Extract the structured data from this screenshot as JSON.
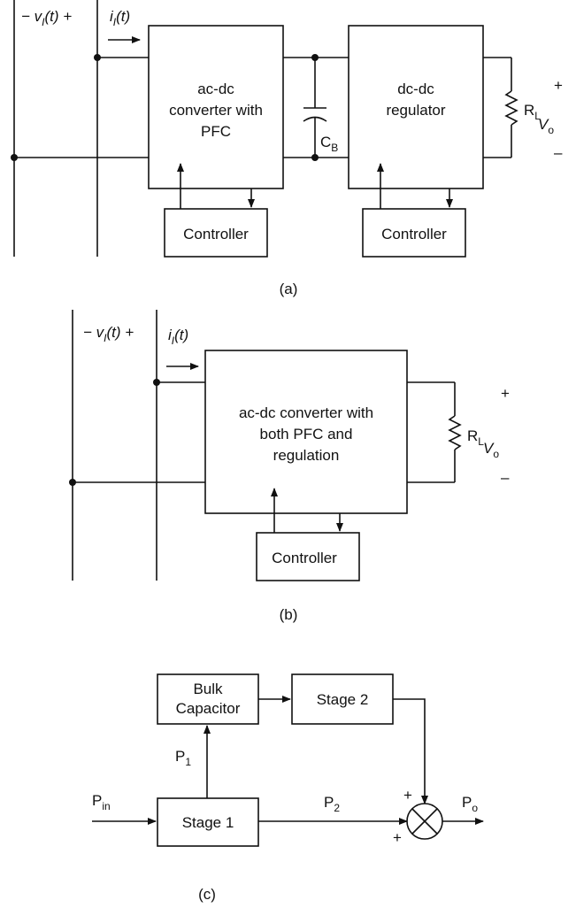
{
  "figure_a": {
    "source_voltage": "− v",
    "source_voltage_sub": "I",
    "source_voltage_suffix": "(t) +",
    "current": "i",
    "current_sub": "I",
    "current_suffix": "(t)",
    "converter_lines": [
      "ac-dc",
      "converter with",
      "PFC"
    ],
    "capacitor": "C",
    "capacitor_sub": "B",
    "regulator_lines": [
      "dc-dc",
      "regulator"
    ],
    "controller_left": "Controller",
    "controller_right": "Controller",
    "load": "R",
    "load_sub": "L",
    "output": "V",
    "output_sub": "o",
    "plus": "+",
    "minus": "–",
    "caption": "(a)"
  },
  "figure_b": {
    "source_voltage": "− v",
    "source_voltage_sub": "I",
    "source_voltage_suffix": "(t) +",
    "current": "i",
    "current_sub": "I",
    "current_suffix": "(t)",
    "converter_lines": [
      "ac-dc converter with",
      "both PFC and",
      "regulation"
    ],
    "controller": "Controller",
    "load": "R",
    "load_sub": "L",
    "output": "V",
    "output_sub": "o",
    "plus": "+",
    "minus": "–",
    "caption": "(b)"
  },
  "figure_c": {
    "bulk_lines": [
      "Bulk",
      "Capacitor"
    ],
    "stage2": "Stage 2",
    "stage1": "Stage 1",
    "p1": "P",
    "p1_sub": "1",
    "p2": "P",
    "p2_sub": "2",
    "pin": "P",
    "pin_sub": "in",
    "po": "P",
    "po_sub": "o",
    "sum_plus_top": "+",
    "sum_plus_left": "+",
    "caption": "(c)"
  }
}
